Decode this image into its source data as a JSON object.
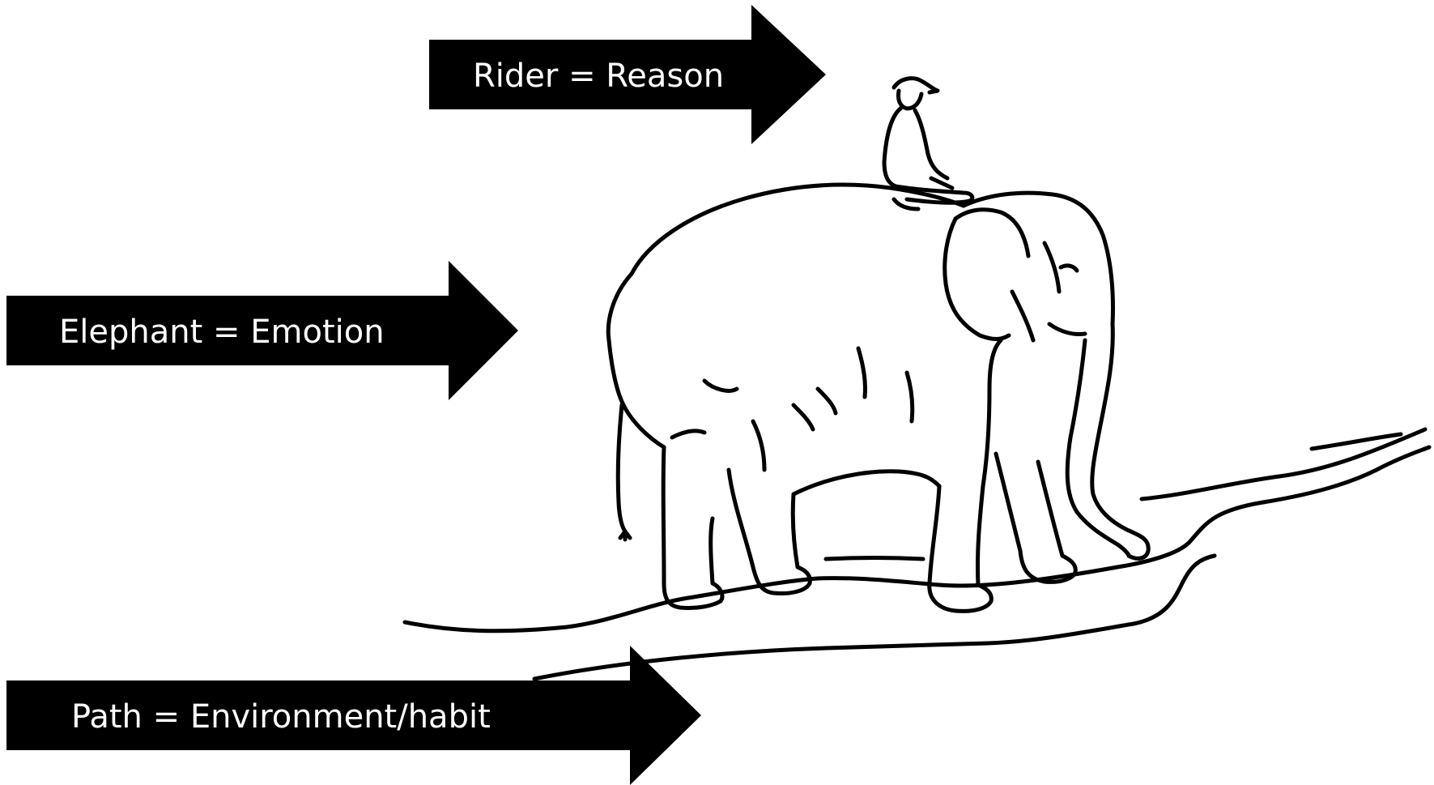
{
  "diagram": {
    "arrows": [
      {
        "id": "rider",
        "label": "Rider = Reason"
      },
      {
        "id": "elephant",
        "label": "Elephant = Emotion"
      },
      {
        "id": "path",
        "label": "Path = Environment/habit"
      }
    ],
    "colors": {
      "arrow_fill": "#000000",
      "arrow_text": "#ffffff",
      "line_art": "#000000",
      "background": "#ffffff"
    },
    "illustration": {
      "subjects": [
        "rider-figure",
        "elephant",
        "path"
      ]
    }
  }
}
